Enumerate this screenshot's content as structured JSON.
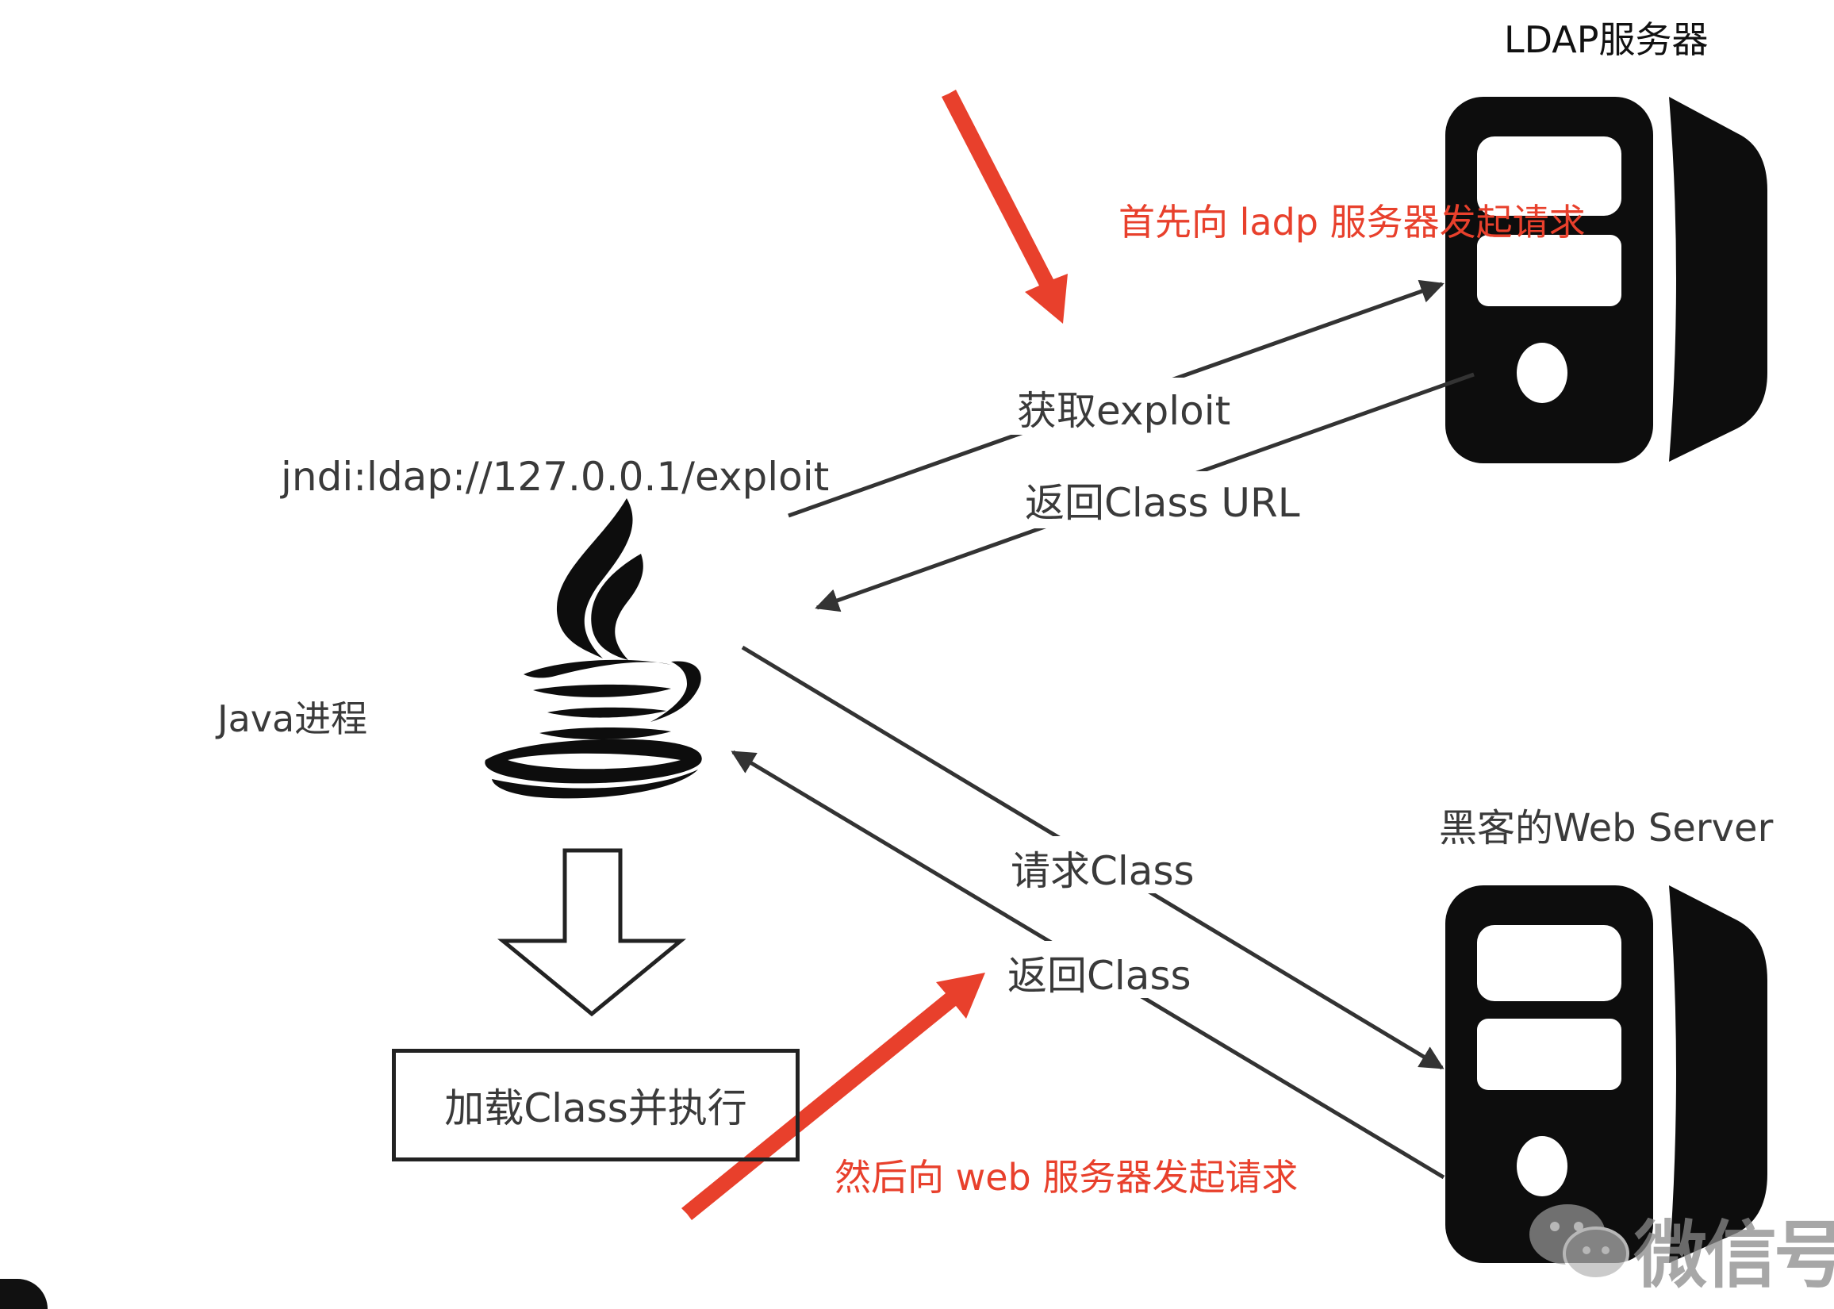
{
  "labels": {
    "ldap_server": "LDAP服务器",
    "note_ldap": "首先向 ladp 服务器发起请求",
    "get_exploit": "获取exploit",
    "jndi_url": "jndi:ldap://127.0.0.1/exploit",
    "return_class_url": "返回Class URL",
    "java_process": "Java进程",
    "hacker_web_server": "黑客的Web Server",
    "request_class": "请求Class",
    "return_class": "返回Class",
    "load_execute": "加载Class并执行",
    "note_web": "然后向 web 服务器发起请求",
    "watermark": "微信号@"
  },
  "colors": {
    "annotation_red": "#e8402c",
    "ink": "#111111",
    "label_gray": "#3a3a3a"
  },
  "icons": [
    "java-logo-icon",
    "ldap-server-icon",
    "web-server-icon",
    "down-arrow-icon",
    "wechat-icon"
  ]
}
